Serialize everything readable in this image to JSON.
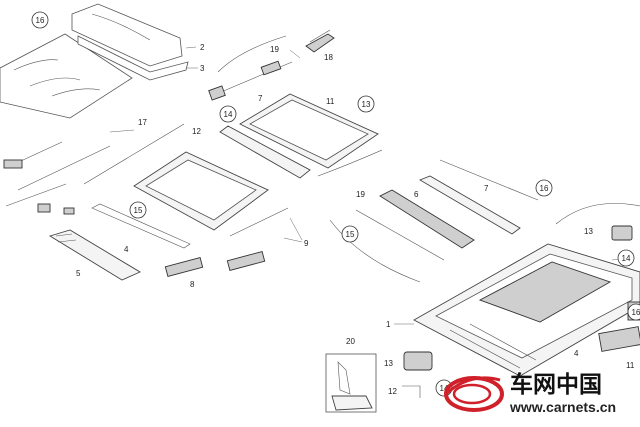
{
  "diagram": {
    "circled_labels": [
      {
        "id": "c16a",
        "text": "16"
      },
      {
        "id": "c13a",
        "text": "13"
      },
      {
        "id": "c14a",
        "text": "14"
      },
      {
        "id": "c15a",
        "text": "15"
      },
      {
        "id": "c15b",
        "text": "15"
      },
      {
        "id": "c16b",
        "text": "16"
      },
      {
        "id": "c14b",
        "text": "14"
      },
      {
        "id": "c16c",
        "text": "16"
      },
      {
        "id": "c14c",
        "text": "14"
      }
    ],
    "plain_labels": [
      {
        "id": "p2",
        "text": "2"
      },
      {
        "id": "p3",
        "text": "3"
      },
      {
        "id": "p19a",
        "text": "19"
      },
      {
        "id": "p18",
        "text": "18"
      },
      {
        "id": "p7a",
        "text": "7"
      },
      {
        "id": "p11a",
        "text": "11"
      },
      {
        "id": "p17",
        "text": "17"
      },
      {
        "id": "p12",
        "text": "12"
      },
      {
        "id": "p4a",
        "text": "4"
      },
      {
        "id": "p5",
        "text": "5"
      },
      {
        "id": "p8",
        "text": "8"
      },
      {
        "id": "p9",
        "text": "9"
      },
      {
        "id": "p19b",
        "text": "19"
      },
      {
        "id": "p6",
        "text": "6"
      },
      {
        "id": "p7b",
        "text": "7"
      },
      {
        "id": "p13",
        "text": "13"
      },
      {
        "id": "p1",
        "text": "1"
      },
      {
        "id": "p20",
        "text": "20"
      },
      {
        "id": "p13b",
        "text": "13"
      },
      {
        "id": "p12b",
        "text": "12"
      },
      {
        "id": "p4b",
        "text": "4"
      },
      {
        "id": "p11b",
        "text": "11"
      }
    ]
  },
  "watermark": {
    "name": "车网中国",
    "url": "www.carnets.cn",
    "logo_color": "#d0202a"
  }
}
